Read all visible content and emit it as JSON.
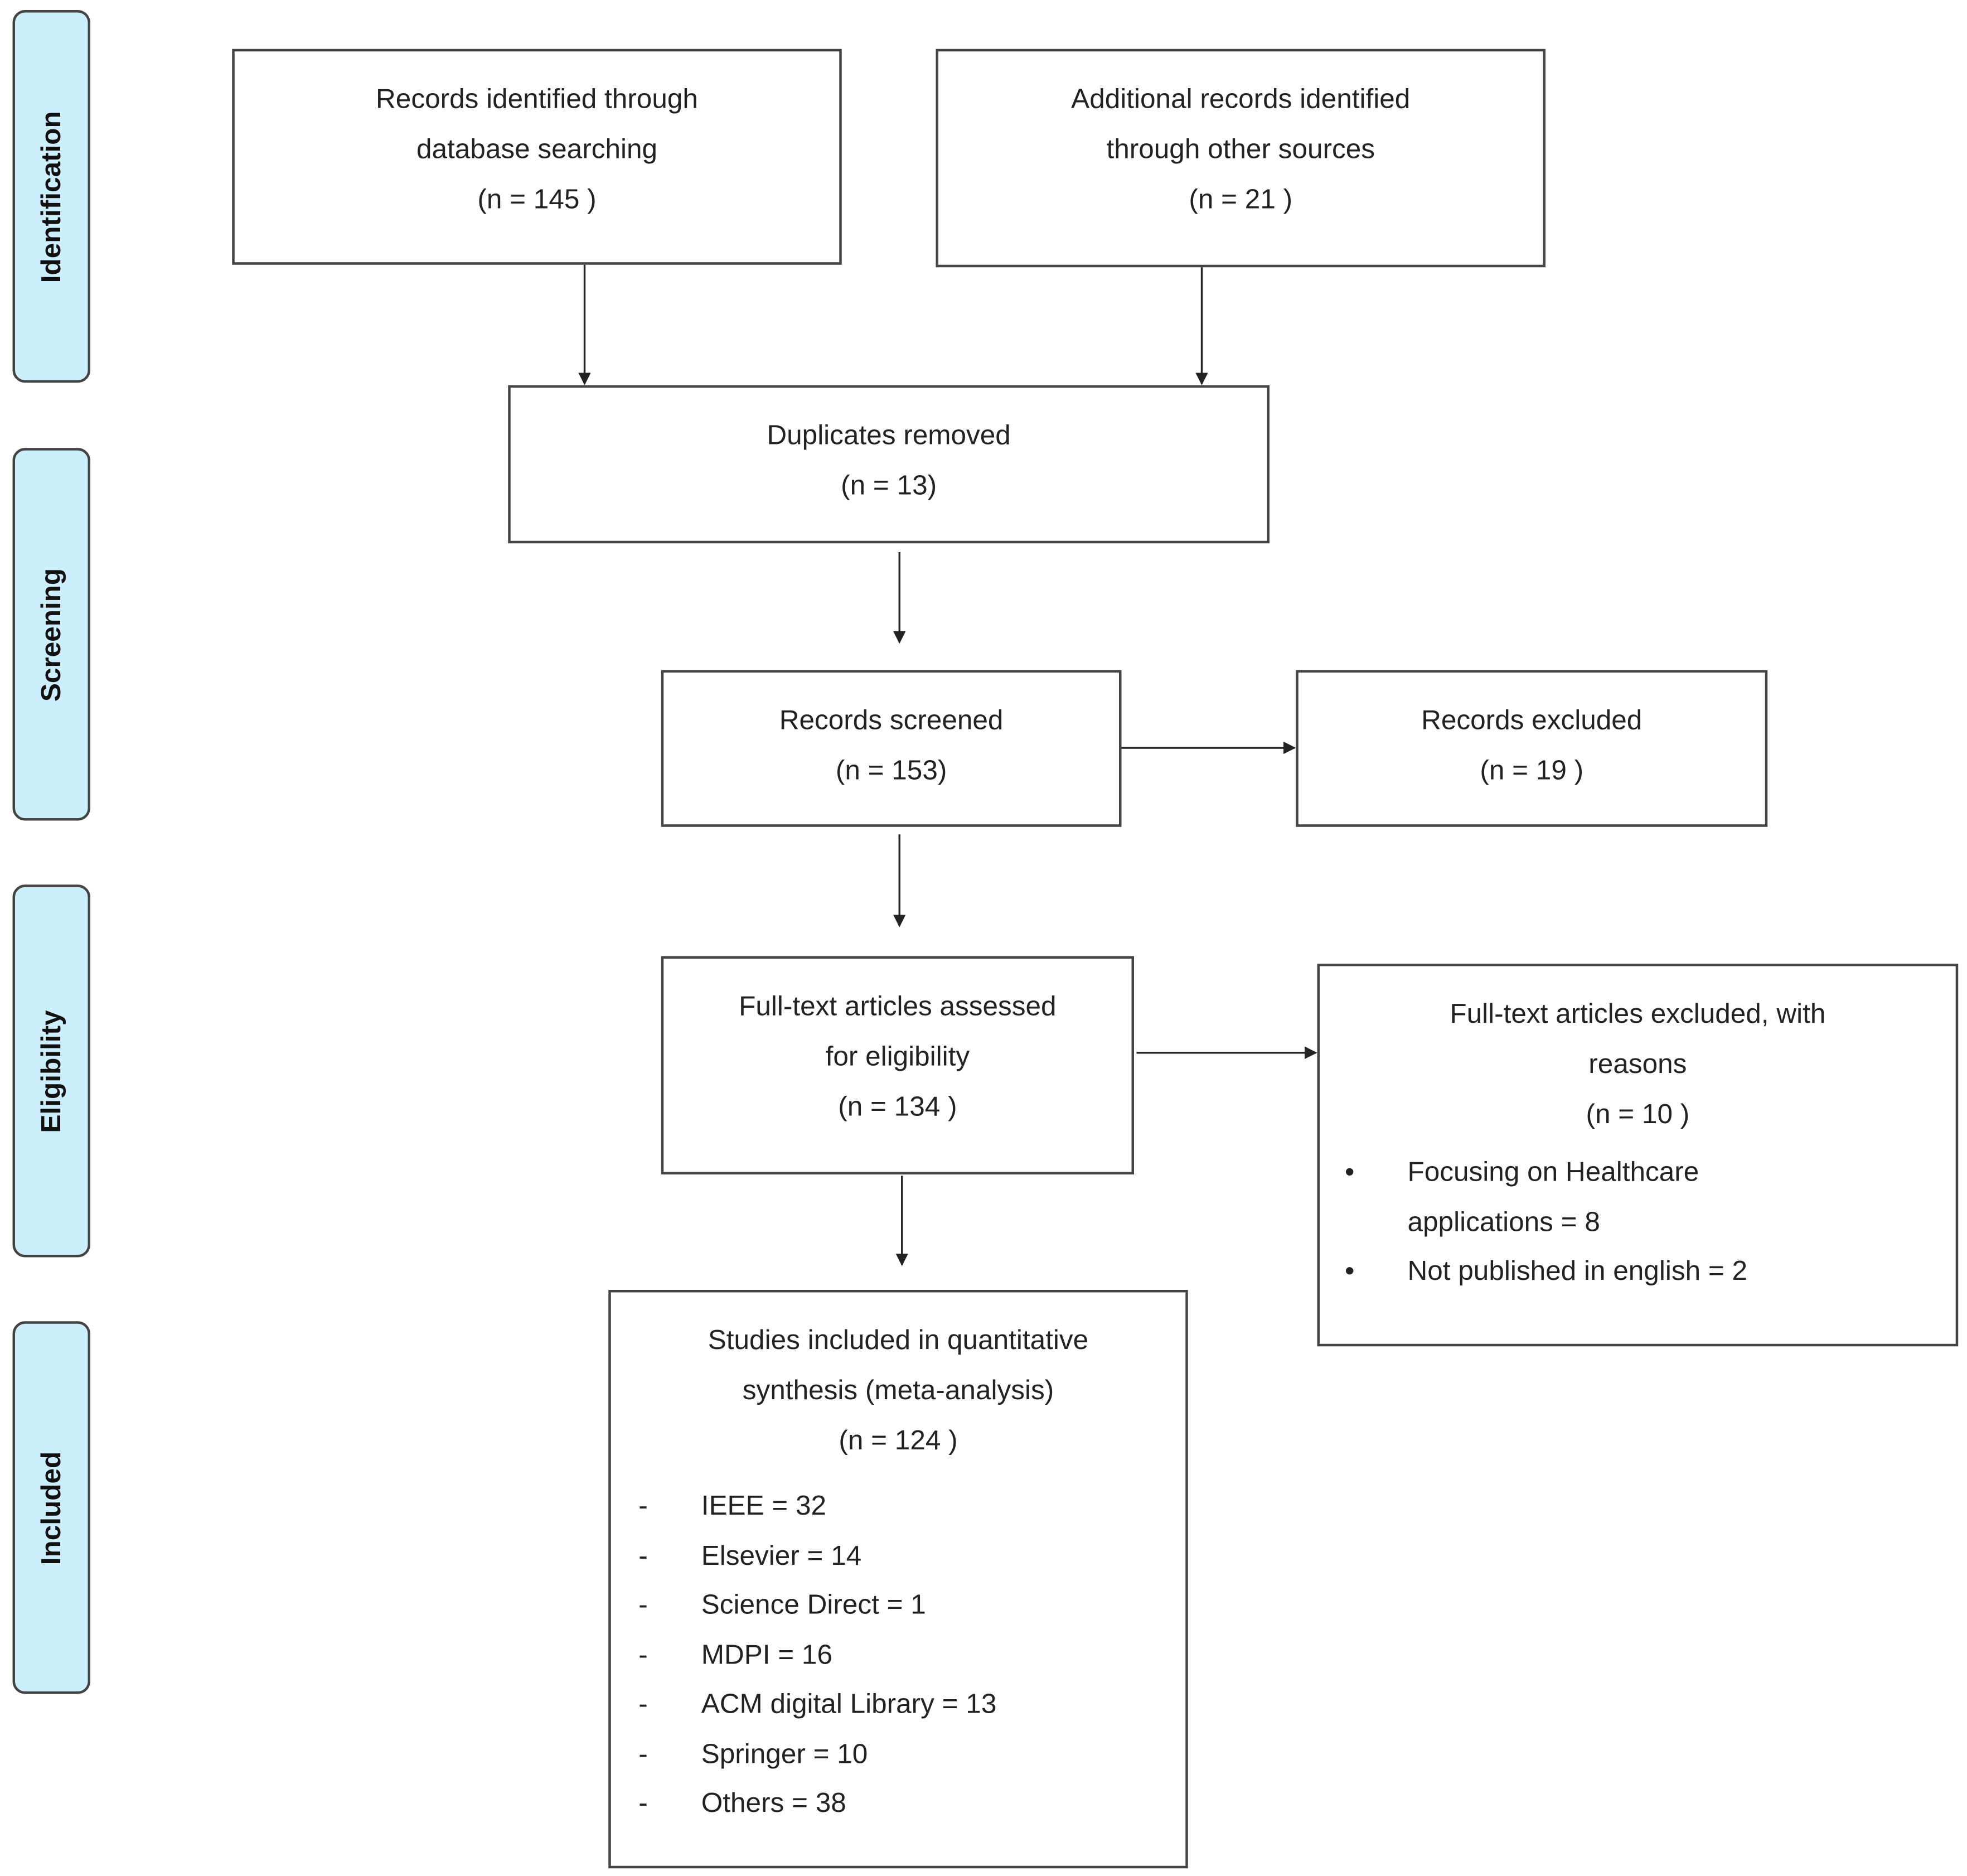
{
  "phases": [
    "Identification",
    "Screening",
    "Eligibility",
    "Included"
  ],
  "colors": {
    "phase_fill": "#cdeefd",
    "border": "#444444",
    "text": "#222222"
  },
  "boxes": {
    "database": {
      "lines": [
        "Records identified through",
        "database searching",
        "(n = 145 )"
      ]
    },
    "other_sources": {
      "lines": [
        "Additional records identified",
        "through other sources",
        "(n = 21 )"
      ]
    },
    "duplicates": {
      "lines": [
        "Duplicates removed",
        "(n = 13)"
      ]
    },
    "screened": {
      "lines": [
        "Records screened",
        "(n = 153)"
      ]
    },
    "excluded": {
      "lines": [
        "Records excluded",
        "(n = 19 )"
      ]
    },
    "fulltext": {
      "lines": [
        "Full-text articles assessed",
        "for eligibility",
        "(n =  134 )"
      ]
    },
    "fulltext_excluded": {
      "lines": [
        "Full-text articles excluded, with",
        "reasons",
        "(n = 10 )"
      ],
      "bullet": "•",
      "items": [
        "Focusing on Healthcare applications = 8",
        "Not published in english = 2"
      ]
    },
    "included": {
      "lines": [
        "Studies included in quantitative",
        "synthesis (meta-analysis)",
        "(n = 124 )"
      ],
      "bullet": "-",
      "items": [
        "IEEE = 32",
        "Elsevier = 14",
        "Science Direct = 1",
        "MDPI = 16",
        "ACM digital  Library = 13",
        "Springer = 10",
        "Others = 38"
      ]
    }
  }
}
